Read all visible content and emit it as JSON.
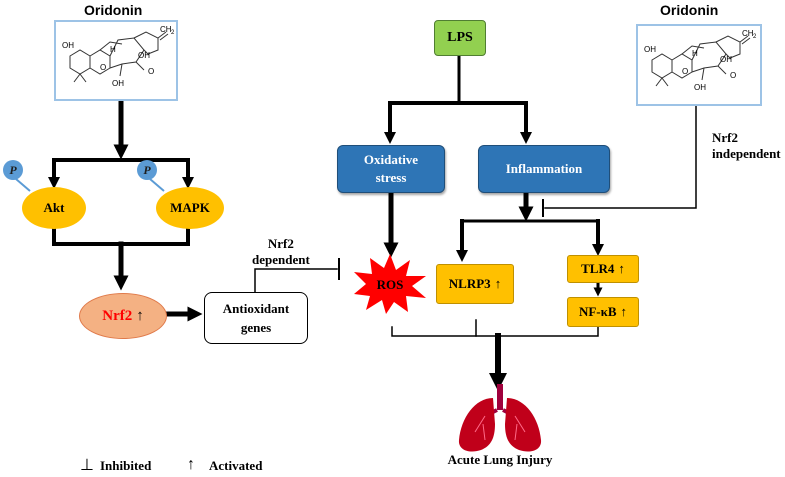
{
  "left_compound": {
    "title": "Oridonin"
  },
  "right_compound": {
    "title": "Oridonin"
  },
  "molecule_labels": {
    "oh_top": "OH",
    "oh_mid": "OH",
    "oh_bottom": "OH",
    "ch2": "CH",
    "sub2": "2",
    "o": "O",
    "o2": "O",
    "h": "H"
  },
  "nodes": {
    "lps": "LPS",
    "oxidative_stress_l1": "Oxidative",
    "oxidative_stress_l2": "stress",
    "inflammation": "Inflammation",
    "akt": "Akt",
    "mapk": "MAPK",
    "phospho": "P",
    "nrf2": "Nrf2",
    "antioxidant_l1": "Antioxidant",
    "antioxidant_l2": "genes",
    "ros": "ROS",
    "nlrp3": "NLRP3",
    "tlr4": "TLR4",
    "nfkb": "NF-κB",
    "acute_lung_injury": "Acute Lung Injury",
    "up_arrow": "↑"
  },
  "annotations": {
    "nrf2_dependent_l1": "Nrf2",
    "nrf2_dependent_l2": "dependent",
    "nrf2_independent_l1": "Nrf2",
    "nrf2_independent_l2": "independent"
  },
  "legend": {
    "inhibited_symbol": "⊥",
    "inhibited": "Inhibited",
    "activated_symbol": "↑",
    "activated": "Activated"
  },
  "colors": {
    "lps": "#92d050",
    "pathway_box": "#2e75b6",
    "activated_node": "#ffc000",
    "nrf2": "#f4b183",
    "ros": "#ff0000",
    "lung": "#c0001a",
    "trachea": "#a0003c"
  }
}
